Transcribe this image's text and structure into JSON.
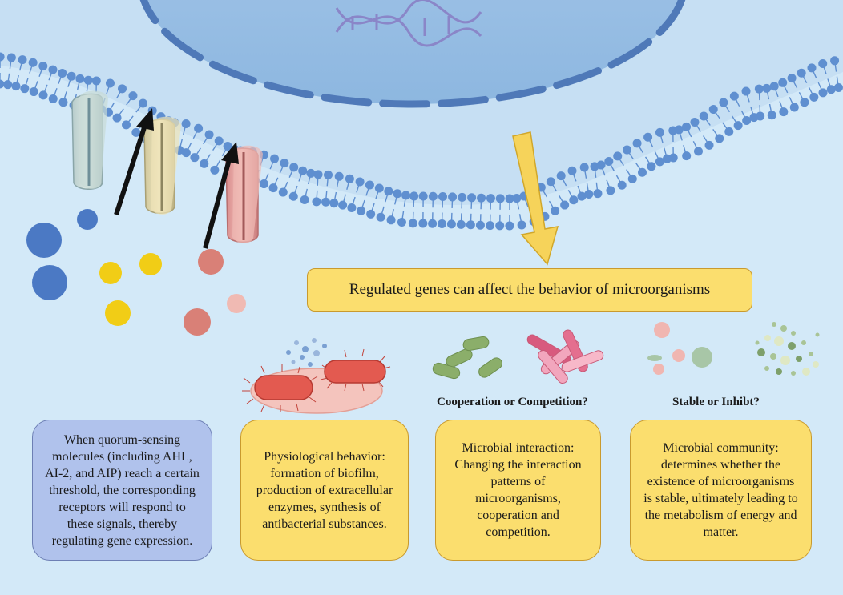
{
  "banner": "Regulated genes can affect the behavior of microorganisms",
  "captions": {
    "interaction": "Cooperation or Competition?",
    "community": "Stable or Inhibt?"
  },
  "boxes": {
    "quorum": "When quorum-sensing molecules (including AHL, AI-2, and AIP) reach a certain threshold, the corresponding receptors will respond to these signals, thereby regulating gene expression.",
    "physiological": "Physiological behavior: formation of biofilm, production of extracellular enzymes, synthesis of antibacterial substances.",
    "interaction": "Microbial interaction: Changing the interaction patterns of microorganisms, cooperation and competition.",
    "community": "Microbial community: determines whether the existence of microorganisms is stable, ultimately leading to the metabolism of energy and matter."
  },
  "colors": {
    "background": "#cfe6f6",
    "cell": "#9bc0e4",
    "membrane": "#5f8fd0",
    "box_yellow": "#fbde6e",
    "box_blue": "#b0c2ec",
    "arrow_yellow": "#f6d35a"
  }
}
